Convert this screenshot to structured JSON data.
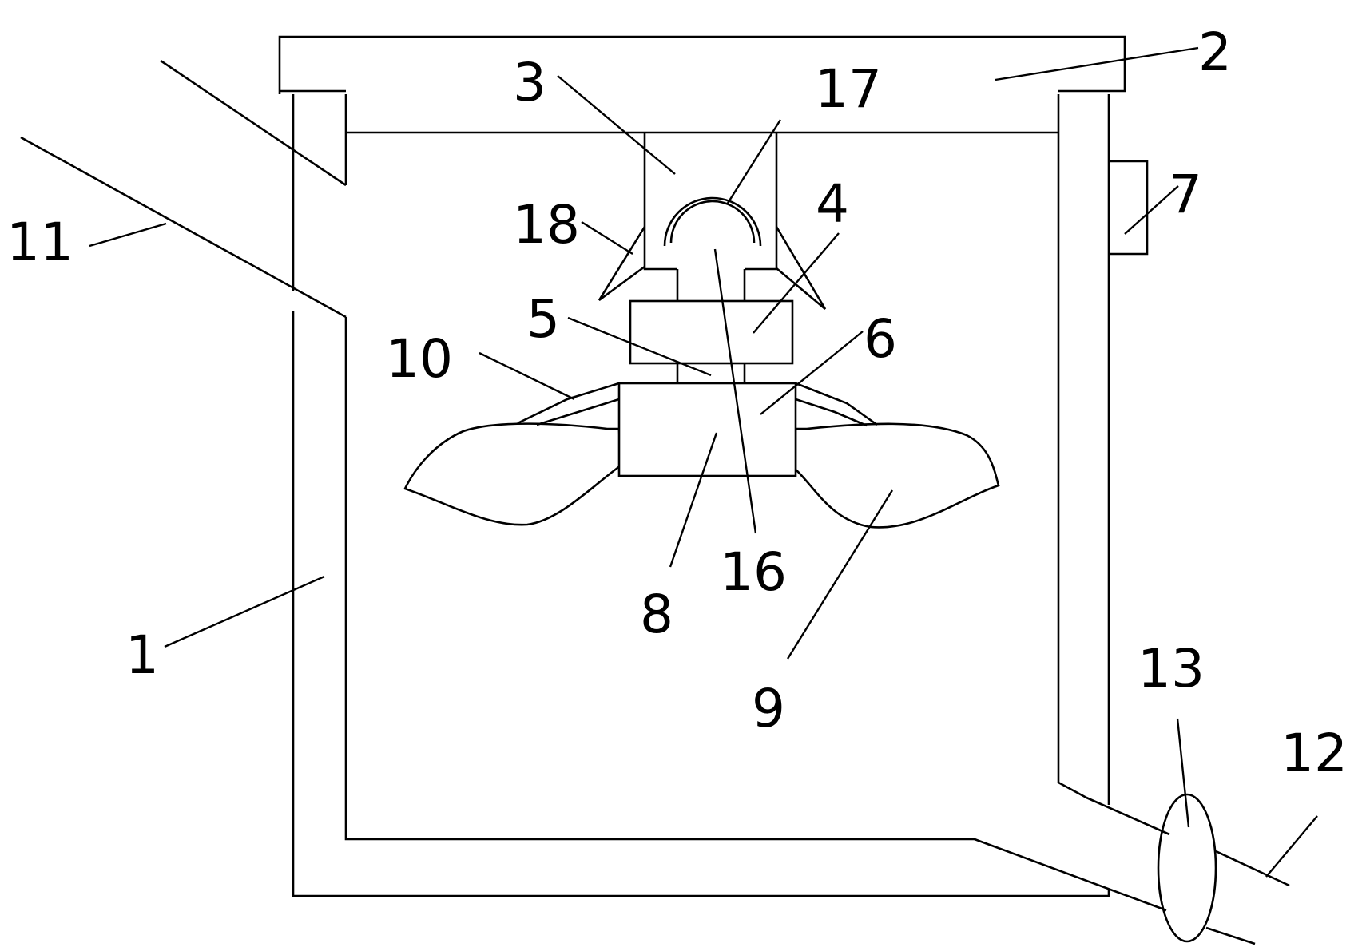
{
  "labels": {
    "l1": "1",
    "l2": "2",
    "l3": "3",
    "l4": "4",
    "l5": "5",
    "l6": "6",
    "l7": "7",
    "l8": "8",
    "l9": "9",
    "l10": "10",
    "l11": "11",
    "l12": "12",
    "l13": "13",
    "l16": "16",
    "l17": "17",
    "l18": "18"
  },
  "colors": {
    "line": "#000000",
    "background": "#ffffff"
  }
}
